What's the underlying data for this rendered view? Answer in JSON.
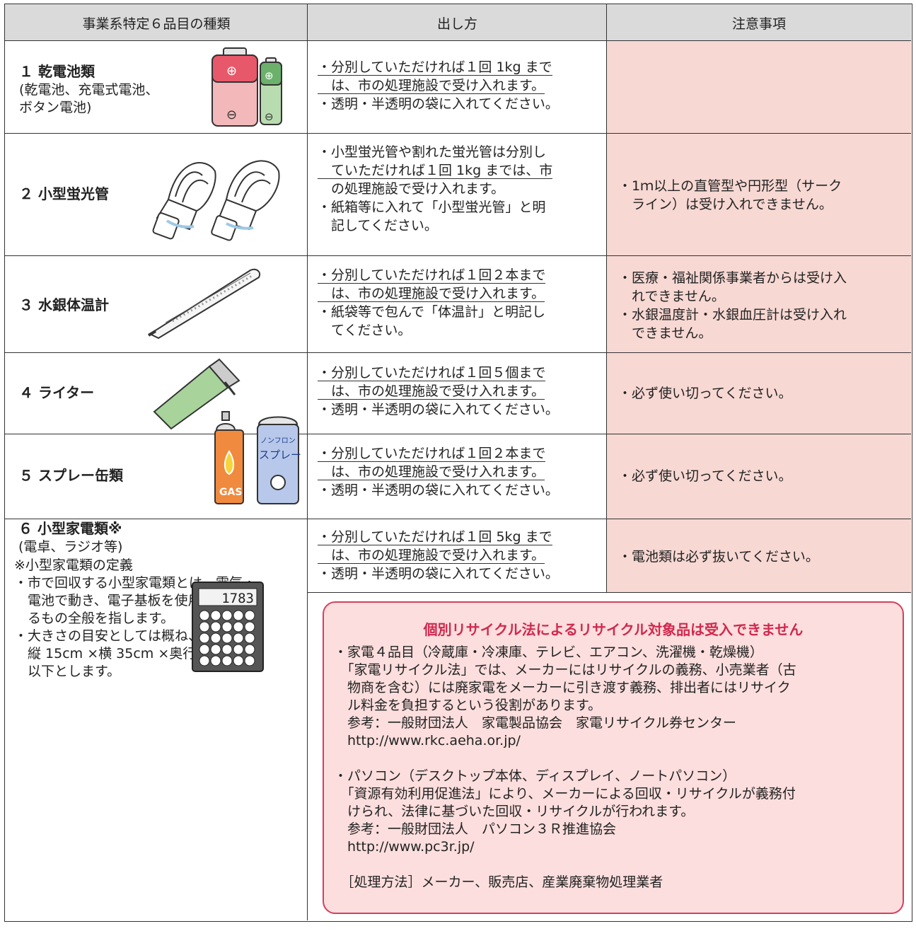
{
  "header": {
    "col1": "事業系特定６品目の種類",
    "col2": "出し方",
    "col3": "注意事項"
  },
  "rows": [
    {
      "name": "１ 乾電池類",
      "sub": [
        "(乾電池、充電式電池、",
        "ボタン電池)"
      ],
      "how": [
        "・分別していただければ１回 1kg まで",
        "　は、市の処理施設で受け入れます。",
        "・透明・半透明の袋に入れてください。"
      ],
      "note": []
    },
    {
      "name": "２ 小型蛍光管",
      "sub": [],
      "how": [
        "・小型蛍光管や割れた蛍光管は分別し",
        "　ていただければ１回 1kg までは、市",
        "　の処理施設で受け入れます。",
        "・紙箱等に入れて「小型蛍光管」と明",
        "　記してください。"
      ],
      "note": [
        "・1ｍ以上の直管型や円形型（サーク",
        "　ライン）は受け入れできません。"
      ]
    },
    {
      "name": "３ 水銀体温計",
      "sub": [],
      "how": [
        "・分別していただければ１回２本まで",
        "　は、市の処理施設で受け入れます。",
        "・紙袋等で包んで「体温計」と明記し",
        "　てください。"
      ],
      "note": [
        "・医療・福祉関係事業者からは受け入",
        "　れできません。",
        "・水銀温度計・水銀血圧計は受け入れ",
        "　できません。"
      ]
    },
    {
      "name": "４ ライター",
      "sub": [],
      "how": [
        "・分別していただければ１回５個まで",
        "　は、市の処理施設で受け入れます。",
        "・透明・半透明の袋に入れてください。"
      ],
      "note": [
        "・必ず使い切ってください。"
      ]
    },
    {
      "name": "５ スプレー缶類",
      "sub": [],
      "how": [
        "・分別していただければ１回２本まで",
        "　は、市の処理施設で受け入れます。",
        "・透明・半透明の袋に入れてください。"
      ],
      "note": [
        "・必ず使い切ってください。"
      ]
    },
    {
      "name": "６ 小型家電類※",
      "sub": [
        "(電卓、ラジオ等)"
      ],
      "how": [
        "・分別していただければ１回 5kg まで",
        "　は、市の処理施設で受け入れます。",
        "・透明・半透明の袋に入れてください。"
      ],
      "note": [
        "・電池類は必ず抜いてください。"
      ]
    }
  ],
  "definition": [
    "※小型家電類の定義",
    "・市で回収する小型家電類とは、電気・",
    "　電池で動き、電子基板を使用してい",
    "　るもの全般を指します。",
    "・大きさの目安としては概ね、",
    "　縦 15cm ×横 35cm ×奥行 20cm",
    "　以下とします。"
  ],
  "recycle_box": {
    "title": "個別リサイクル法によるリサイクル対象品は受入できません",
    "lines": [
      "・家電４品目（冷蔵庫・冷凍庫、テレビ、エアコン、洗濯機・乾燥機）",
      "　「家電リサイクル法」では、メーカーにはリサイクルの義務、小売業者（古",
      "　物商を含む）には廃家電をメーカーに引き渡す義務、排出者にはリサイク",
      "　ル料金を負担するという役割があります。",
      "　参考：一般財団法人　家電製品協会　家電リサイクル券センター",
      "　http://www.rkc.aeha.or.jp/",
      "",
      "・パソコン（デスクトップ本体、ディスプレイ、ノートパソコン）",
      "　「資源有効利用促進法」により、メーカーによる回収・リサイクルが義務付",
      "　けられ、法律に基づいた回収・リサイクルが行われます。",
      "　参考：一般財団法人　パソコン３Ｒ推進協会",
      "　http://www.pc3r.jp/",
      "",
      "　［処理方法］メーカー、販売店、産業廃棄物処理業者"
    ]
  },
  "icons": {
    "battery_plus": "⊕",
    "battery_minus": "⊖",
    "calculator_display": "1783",
    "spray_can_left_label": "GAS",
    "spray_can_right_label_1": "ノンフロン",
    "spray_can_right_label_2": "スプレー"
  },
  "colors": {
    "header_bg": "#dadada",
    "note_bg": "#f7d8d3",
    "box_border": "#d5405e",
    "box_title": "#d1284e"
  }
}
